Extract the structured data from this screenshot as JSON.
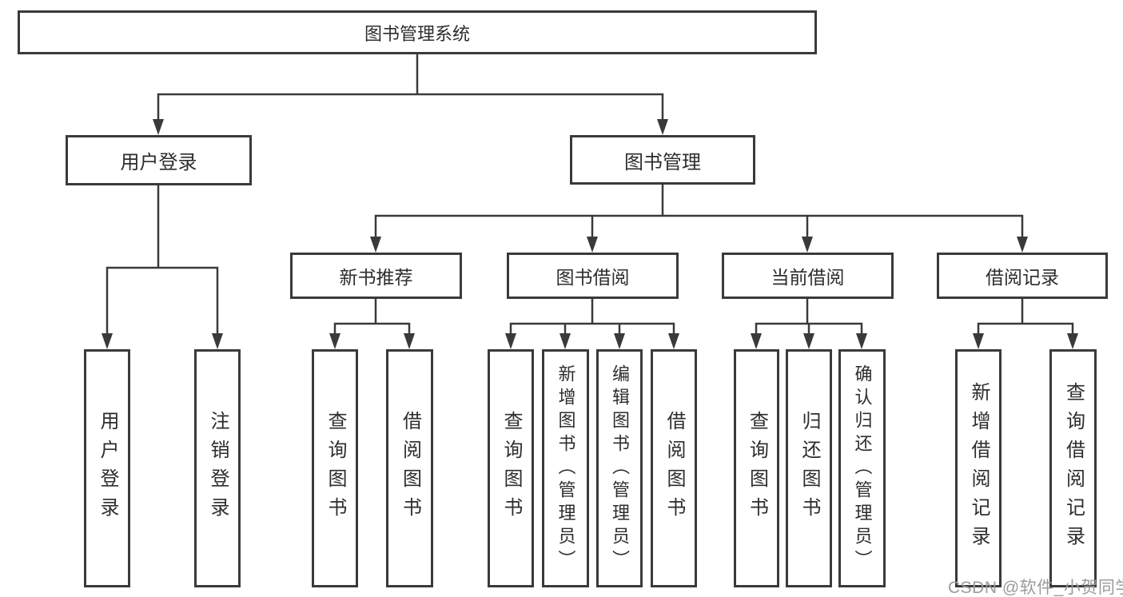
{
  "diagram": {
    "root": {
      "label": "图书管理系统"
    },
    "branches": [
      {
        "label": "用户登录",
        "children": [
          {
            "label": "用户登录"
          },
          {
            "label": "注销登录"
          }
        ]
      },
      {
        "label": "图书管理",
        "children": [
          {
            "label": "新书推荐",
            "children": [
              {
                "label": "查询图书"
              },
              {
                "label": "借阅图书"
              }
            ]
          },
          {
            "label": "图书借阅",
            "children": [
              {
                "label": "查询图书"
              },
              {
                "label": "新增图书（管理员）"
              },
              {
                "label": "编辑图书（管理员）"
              },
              {
                "label": "借阅图书"
              }
            ]
          },
          {
            "label": "当前借阅",
            "children": [
              {
                "label": "查询图书"
              },
              {
                "label": "归还图书"
              },
              {
                "label": "确认归还（管理员）"
              }
            ]
          },
          {
            "label": "借阅记录",
            "children": [
              {
                "label": "新增借阅记录"
              },
              {
                "label": "查询借阅记录"
              }
            ]
          }
        ]
      }
    ]
  },
  "watermark": {
    "text": "CSDN @软件_小贺同学"
  },
  "colors": {
    "line": "#3a3a3a",
    "box_border": "#3a3a3a",
    "text": "#2d2d2d",
    "watermark": "#9b9b9b",
    "background": "#ffffff"
  }
}
